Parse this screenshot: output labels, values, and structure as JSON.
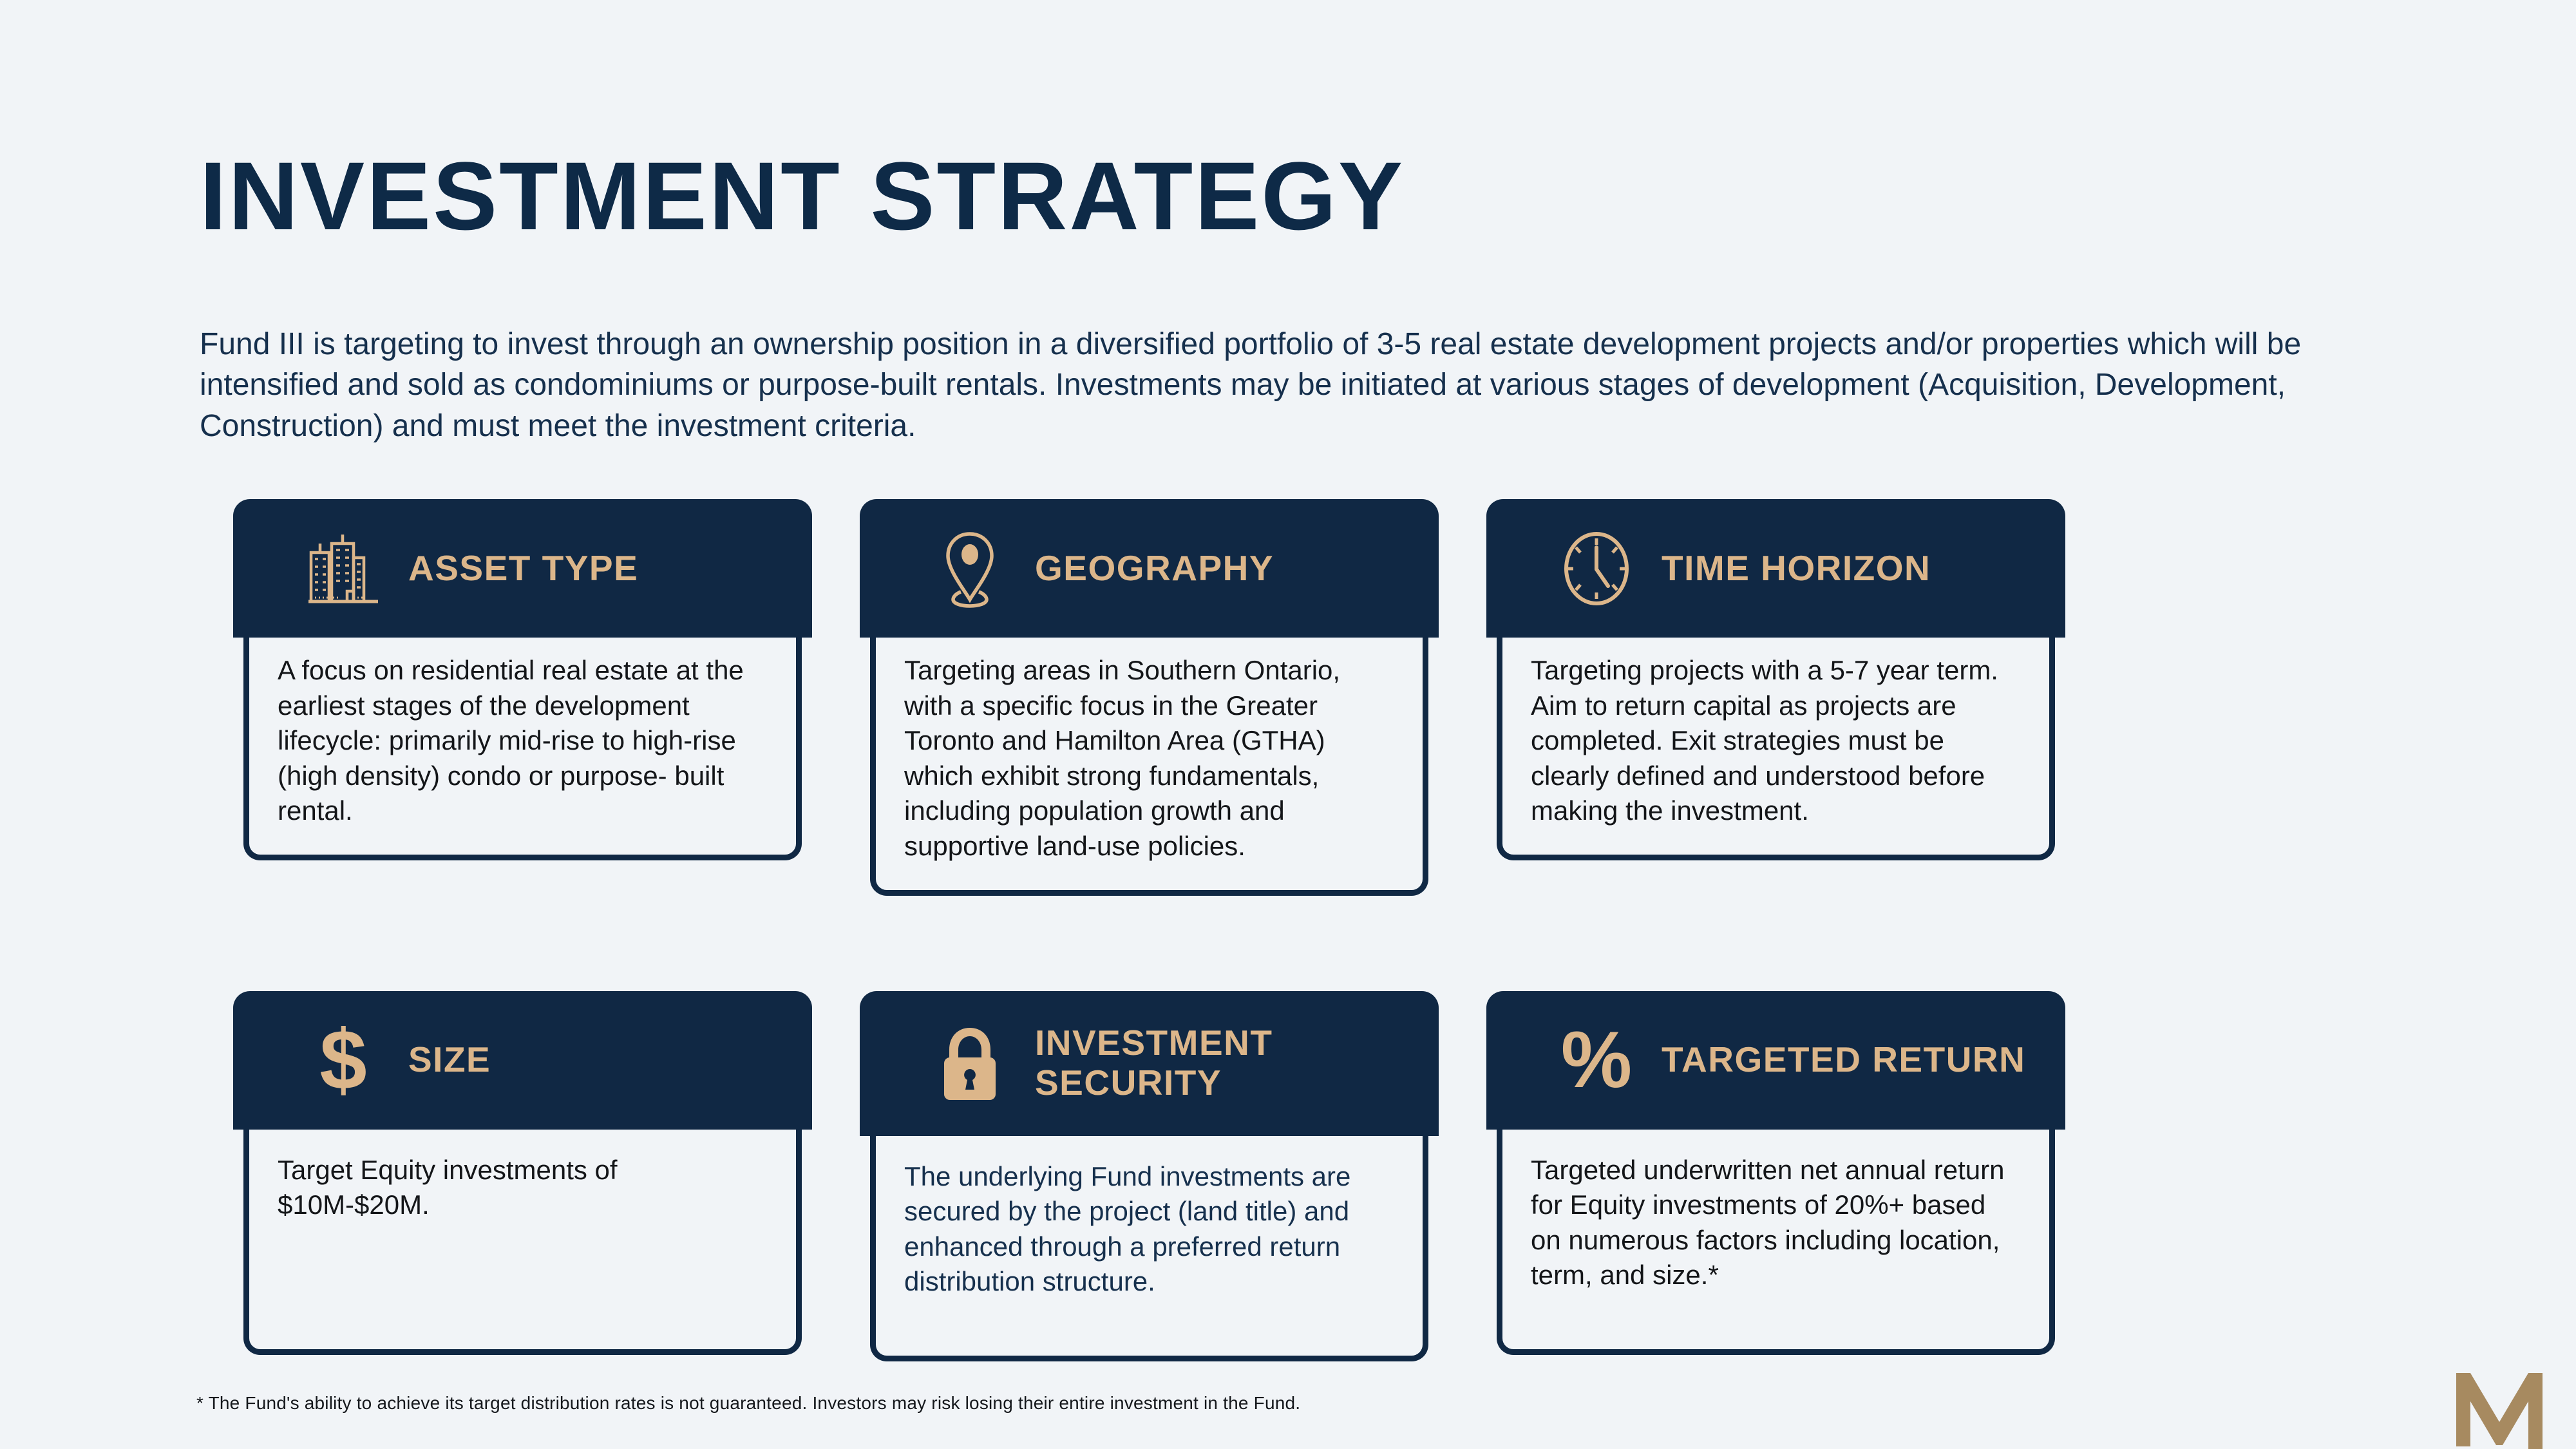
{
  "colors": {
    "background": "#f1f4f7",
    "navy": "#102844",
    "title_navy": "#0e2a47",
    "accent_tan": "#dcb68a",
    "body_text": "#141619"
  },
  "header": {
    "title": "INVESTMENT STRATEGY"
  },
  "intro": {
    "text": "Fund III is targeting to invest through an ownership position in a diversified portfolio of 3-5 real estate development projects and/or properties which will be intensified and sold as condominiums or purpose-built rentals. Investments may be initiated at various stages of development (Acquisition, Development, Construction) and must meet the investment criteria."
  },
  "cards": [
    {
      "id": "asset-type",
      "icon": "buildings-icon",
      "title": "ASSET TYPE",
      "body": "A focus on residential real estate at the earliest stages of the development lifecycle: primarily mid-rise to high-rise (high density) condo or purpose- built rental."
    },
    {
      "id": "geography",
      "icon": "map-pin-icon",
      "title": "GEOGRAPHY",
      "body": "Targeting areas in Southern Ontario, with a specific focus in the Greater Toronto and Hamilton Area (GTHA) which exhibit strong fundamentals, including population growth and supportive land-use policies."
    },
    {
      "id": "time-horizon",
      "icon": "clock-icon",
      "title": "TIME HORIZON",
      "body": "Targeting projects with a 5-7 year term. Aim to return capital as projects are completed. Exit strategies must be clearly defined and understood before making the investment."
    },
    {
      "id": "size",
      "icon": "dollar-icon",
      "title": "SIZE",
      "body": "Target Equity investments of $10M-$20M."
    },
    {
      "id": "investment-security",
      "icon": "lock-icon",
      "title": "INVESTMENT\nSECURITY",
      "body": "The underlying Fund investments are secured by the project (land title)  and enhanced through a preferred return distribution structure."
    },
    {
      "id": "targeted-return",
      "icon": "percent-icon",
      "title": "TARGETED RETURN",
      "body": "Targeted underwritten net annual return for Equity investments of 20%+ based on numerous factors including location, term, and size.*"
    }
  ],
  "footnote": {
    "text": "* The Fund's ability to achieve its target distribution rates is not guaranteed. Investors may risk losing their entire investment in the Fund."
  },
  "logo": {
    "name": "m-monogram-logo"
  },
  "glyphs": {
    "dollar": "$",
    "percent": "%"
  }
}
